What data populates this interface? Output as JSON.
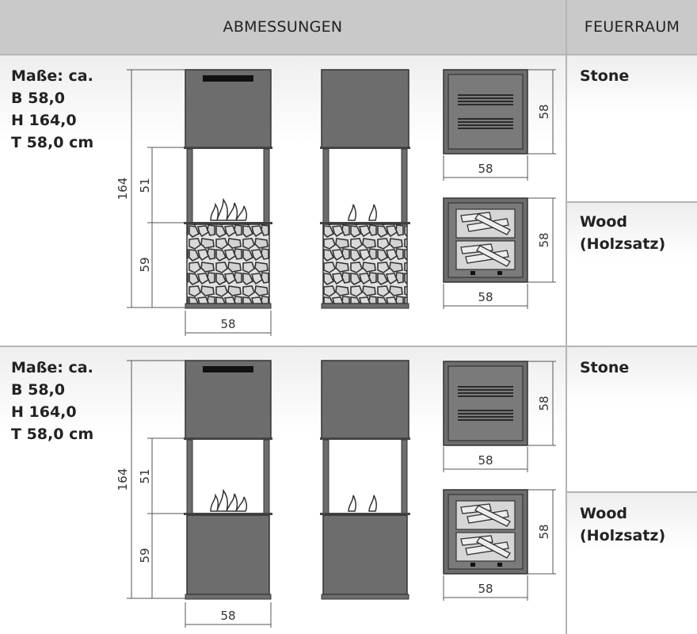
{
  "header": {
    "left": "ABMESSUNGEN",
    "right": "FEUERRAUM"
  },
  "rows": [
    {
      "dimensions": {
        "line1": "Maße: ca.",
        "line2": "B 58,0",
        "line3": "H 164,0",
        "line4": "T 58,0 cm"
      },
      "variants": {
        "stone": "Stone",
        "wood_line1": "Wood",
        "wood_line2": "(Holzsatz)"
      },
      "measure": {
        "height": "164",
        "upper": "51",
        "lower": "59",
        "width": "58",
        "top_width": "58",
        "top_depth": "58",
        "wood_width": "58",
        "wood_depth": "58"
      }
    },
    {
      "dimensions": {
        "line1": "Maße: ca.",
        "line2": "B 58,0",
        "line3": "H 164,0",
        "line4": "T 58,0 cm"
      },
      "variants": {
        "stone": "Stone",
        "wood_line1": "Wood",
        "wood_line2": "(Holzsatz)"
      },
      "measure": {
        "height": "164",
        "upper": "51",
        "lower": "59",
        "width": "58",
        "top_width": "58",
        "top_depth": "58",
        "wood_width": "58",
        "wood_depth": "58"
      }
    }
  ],
  "colors": {
    "header_bg": "#c9c9c9",
    "body_fill": "#6d6d6d",
    "stroke": "#333333",
    "stone_fill": "#d8d8d8"
  }
}
